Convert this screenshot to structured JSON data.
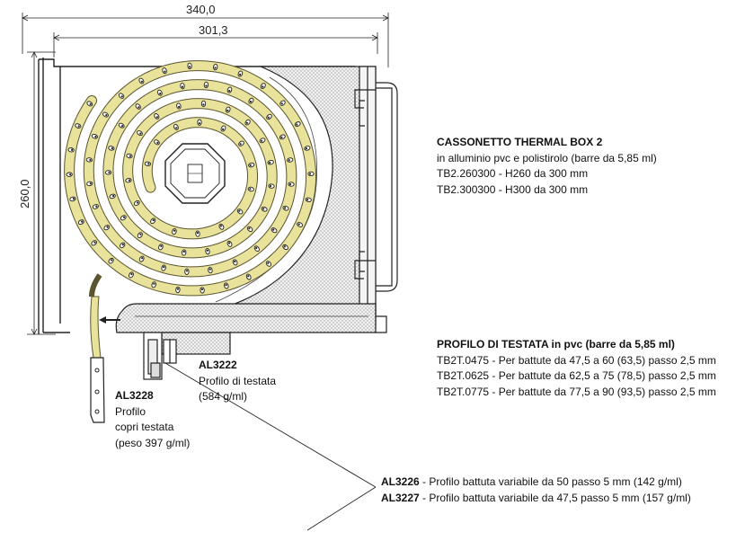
{
  "dimensions": {
    "outer_width": "340,0",
    "inner_width": "301,3",
    "height": "260,0"
  },
  "cassonetto": {
    "title": "CASSONETTO THERMAL BOX 2",
    "subtitle": "in alluminio pvc e polistirolo (barre da 5,85 ml)",
    "lines": [
      "TB2.260300 - H260 da 300 mm",
      "TB2.300300 - H300 da 300 mm"
    ]
  },
  "profilo_testata": {
    "title": "PROFILO DI TESTATA in pvc (barre da 5,85 ml)",
    "lines": [
      "TB2T.0475 - Per battute da 47,5 a 60 (63,5) passo 2,5 mm",
      "TB2T.0625 - Per battute da 62,5 a 75 (78,5) passo 2,5 mm",
      "TB2T.0775 - Per battute da 77,5 a 90 (93,5) passo 2,5 mm"
    ]
  },
  "al3222": {
    "code": "AL3222",
    "lines": [
      "Profilo di testata",
      "(584 g/ml)"
    ]
  },
  "al3228": {
    "code": "AL3228",
    "lines": [
      "Profilo",
      "copri testata",
      "(peso 397 g/ml)"
    ]
  },
  "battute": [
    {
      "code": "AL3226",
      "text": " - Profilo battuta variabile da 50 passo 5 mm (142 g/ml)"
    },
    {
      "code": "AL3227",
      "text": " - Profilo battuta variabile da 47,5 passo 5 mm (157 g/ml)"
    }
  ],
  "colors": {
    "slat_fill": "#e9e29b",
    "slat_stroke": "#5a5530",
    "line": "#222222",
    "insulation": "#d9d9d9"
  }
}
